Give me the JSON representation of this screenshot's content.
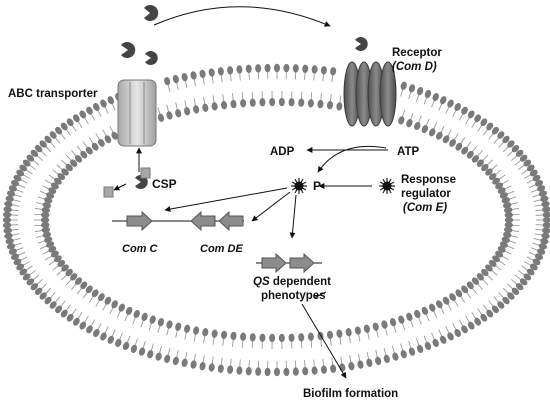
{
  "labels": {
    "abc_transporter": "ABC transporter",
    "receptor": "Receptor",
    "receptor_gene": "(Com D)",
    "csp": "CSP",
    "adp": "ADP",
    "atp": "ATP",
    "phosphate": "P",
    "response_regulator_line1": "Response",
    "response_regulator_line2": "regulator",
    "response_regulator_gene": "(Com E)",
    "gene_com_c": "Com C",
    "gene_com_de": "Com DE",
    "qs_line1_italic": "QS",
    "qs_line1_rest": " dependent",
    "qs_line2": "phenotypes",
    "biofilm": "Biofilm formation"
  },
  "colors": {
    "lipid_head": "#7a7a7a",
    "tail": "#9a9a9a",
    "transporter": "#cfcfcf",
    "receptor": "#6e6e6e",
    "gene_arrow": "#8c8c8c",
    "peptide_square": "#a8a8a8",
    "ink": "#111111"
  },
  "icons": {
    "peptide": "pacman-peptide-icon",
    "phosphorylation": "starburst-dot-icon",
    "gene": "gene-arrow-icon"
  }
}
